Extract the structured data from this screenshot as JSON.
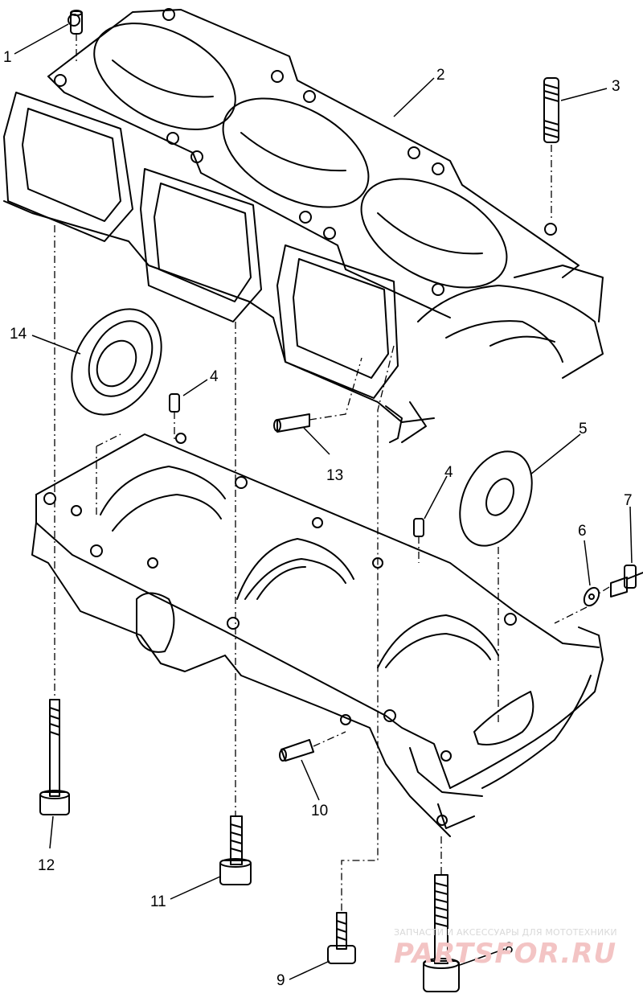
{
  "callouts": {
    "c1": "1",
    "c2": "2",
    "c3": "3",
    "c4a": "4",
    "c4b": "4",
    "c5": "5",
    "c6": "6",
    "c7": "7",
    "c8": "8",
    "c9": "9",
    "c10": "10",
    "c11": "11",
    "c12": "12",
    "c13": "13",
    "c14": "14"
  },
  "watermark": {
    "tagline": "ЗАПЧАСТИ И АКСЕССУАРЫ ДЛЯ МОТОТЕХНИКИ",
    "brand": "PARTSFOR.RU"
  }
}
